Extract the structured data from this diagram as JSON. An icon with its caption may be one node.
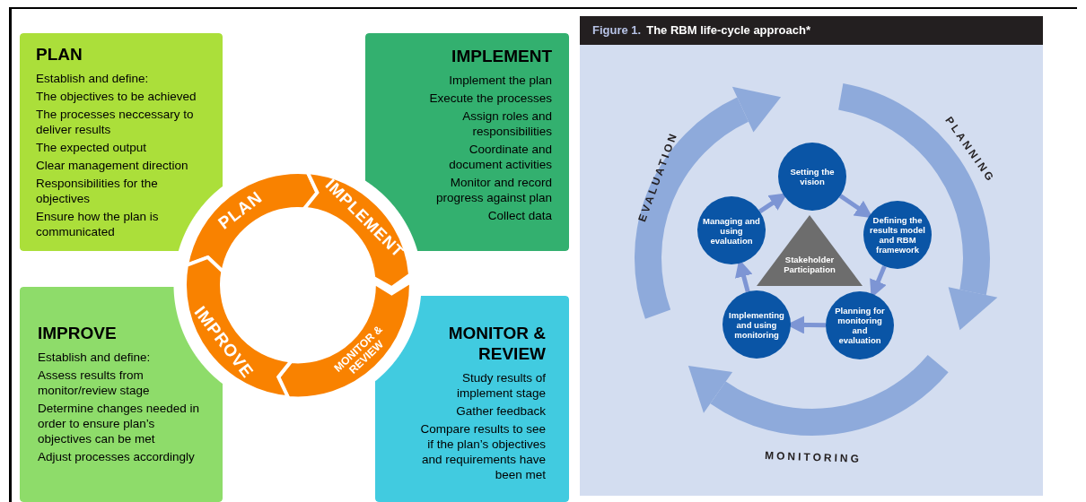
{
  "diagram": {
    "nodes": [
      {
        "text": [
          "PLAN",
          "Establish and define:",
          "The objectives to be achieved",
          "The processes neccessary to deliver results",
          "The expected output",
          "Clear management direction",
          "Responsibilities for the objectives",
          "Ensure how the plan is communicated"
        ]
      },
      {
        "text": [
          "IMPLEMENT",
          "Implement the plan",
          "Execute the processes",
          "Assign roles and responsibilities",
          "Coordinate and document activities",
          "Monitor and record progress against plan",
          "Collect data"
        ]
      },
      {
        "text": [
          "IMPROVE",
          "Establish and define:",
          "Assess results from monitor/review stage",
          "Determine changes needed in order to ensure plan’s objectives can be met",
          "Adjust processes accordingly"
        ]
      },
      {
        "text": [
          "MONITOR & REVIEW",
          "Study results of implement stage",
          "Gather feedback",
          "Compare results to see if the plan’s objectives and requirements have been met"
        ]
      },
      {
        "text": [
          "PLAN"
        ]
      },
      {
        "text": [
          "IMPLEMENT"
        ]
      },
      {
        "text": [
          "MONITOR & REVIEW"
        ]
      },
      {
        "text": [
          "IMPROVE"
        ]
      },
      {
        "text": [
          "Figure 1.",
          "The RBM life-cycle approach*"
        ]
      },
      {
        "text": [
          "Setting the vision"
        ],
        "in": 8
      },
      {
        "text": [
          "Defining the results model and RBM framework"
        ],
        "in": 8
      },
      {
        "text": [
          "Planning for monitoring and evaluation"
        ],
        "in": 8
      },
      {
        "text": [
          "Implementing and using monitoring"
        ],
        "in": 8
      },
      {
        "text": [
          "Managing and using evaluation"
        ],
        "in": 8
      },
      {
        "text": [
          "Stakeholder Participation"
        ],
        "in": 8
      }
    ],
    "edges": [
      {
        "from": 9,
        "to": 10,
        "arrow": "to"
      },
      {
        "from": 10,
        "to": 11,
        "arrow": "to"
      },
      {
        "from": 11,
        "to": 12,
        "arrow": "to"
      },
      {
        "from": 12,
        "to": 13,
        "arrow": "to"
      },
      {
        "from": 13,
        "to": 9,
        "arrow": "to"
      }
    ],
    "labels": [
      "EVALUATION",
      "PLANNING",
      "MONITORING"
    ]
  }
}
